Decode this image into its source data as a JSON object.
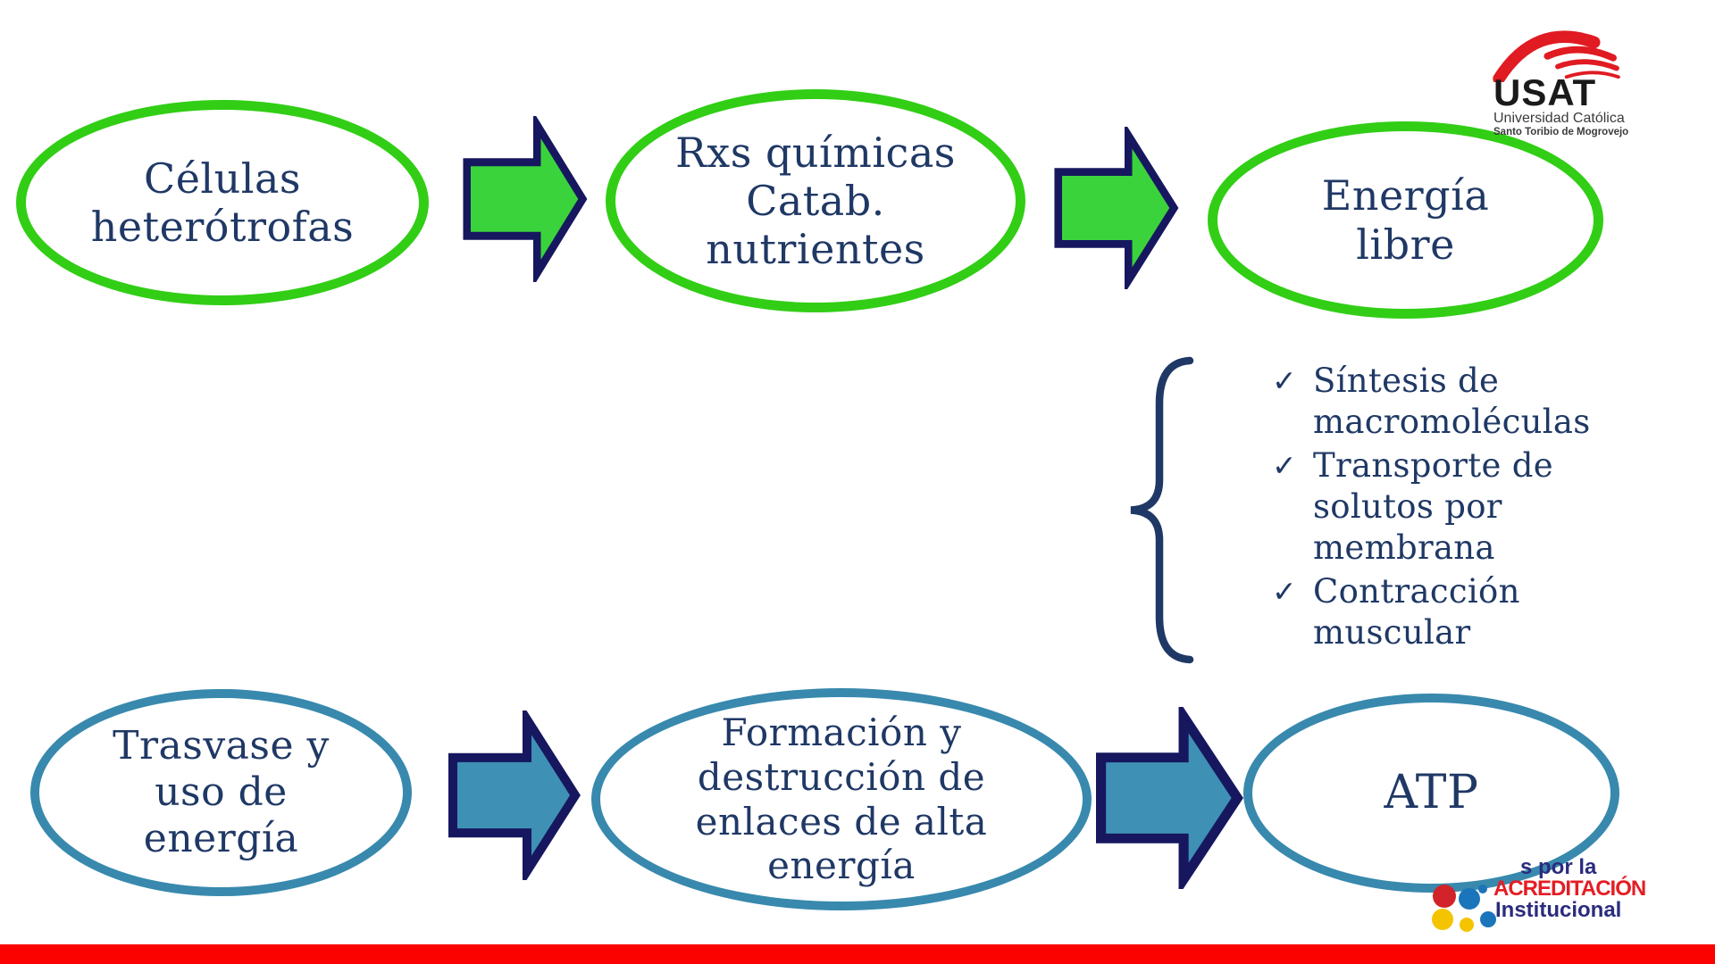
{
  "slide": {
    "background_color": "#ffffff",
    "colors": {
      "green_ellipse_border": "#31ce15",
      "green_arrow_fill": "#3bd33b",
      "teal_ellipse_border": "#3889ad",
      "teal_arrow_fill": "#3f90b5",
      "arrow_outline_navy": "#16175f",
      "text_navy": "#1f3865",
      "red_bar": "#fb0100",
      "usat_red": "#e01b22",
      "accreditation_red": "#e31e24",
      "accreditation_blue": "#2b2c7e",
      "accreditation_yellow": "#f5c400",
      "accreditation_light_blue": "#1b75bb"
    },
    "top_flow": {
      "node1": "Células\nheterótrofas",
      "node2": "Rxs químicas\nCatab.\nnutrientes",
      "node3": "Energía\nlibre"
    },
    "free_energy_uses": {
      "check_glyph": "✓",
      "items": [
        "Síntesis de macromoléculas",
        "Transporte de solutos por membrana",
        "Contracción muscular"
      ]
    },
    "bottom_flow": {
      "node1": "Trasvase y\nuso de\nenergía",
      "node2": "Formación y\ndestrucción de\nenlaces de alta\nenergía",
      "node3": "ATP"
    },
    "usat_logo": {
      "acronym": "USAT",
      "line1": "Universidad Católica",
      "line2": "Santo Toribio de Mogrovejo"
    },
    "accreditation_logo": {
      "line1": "s por la",
      "line2": "ACREDITACIÓN",
      "line3": "Institucional"
    }
  }
}
